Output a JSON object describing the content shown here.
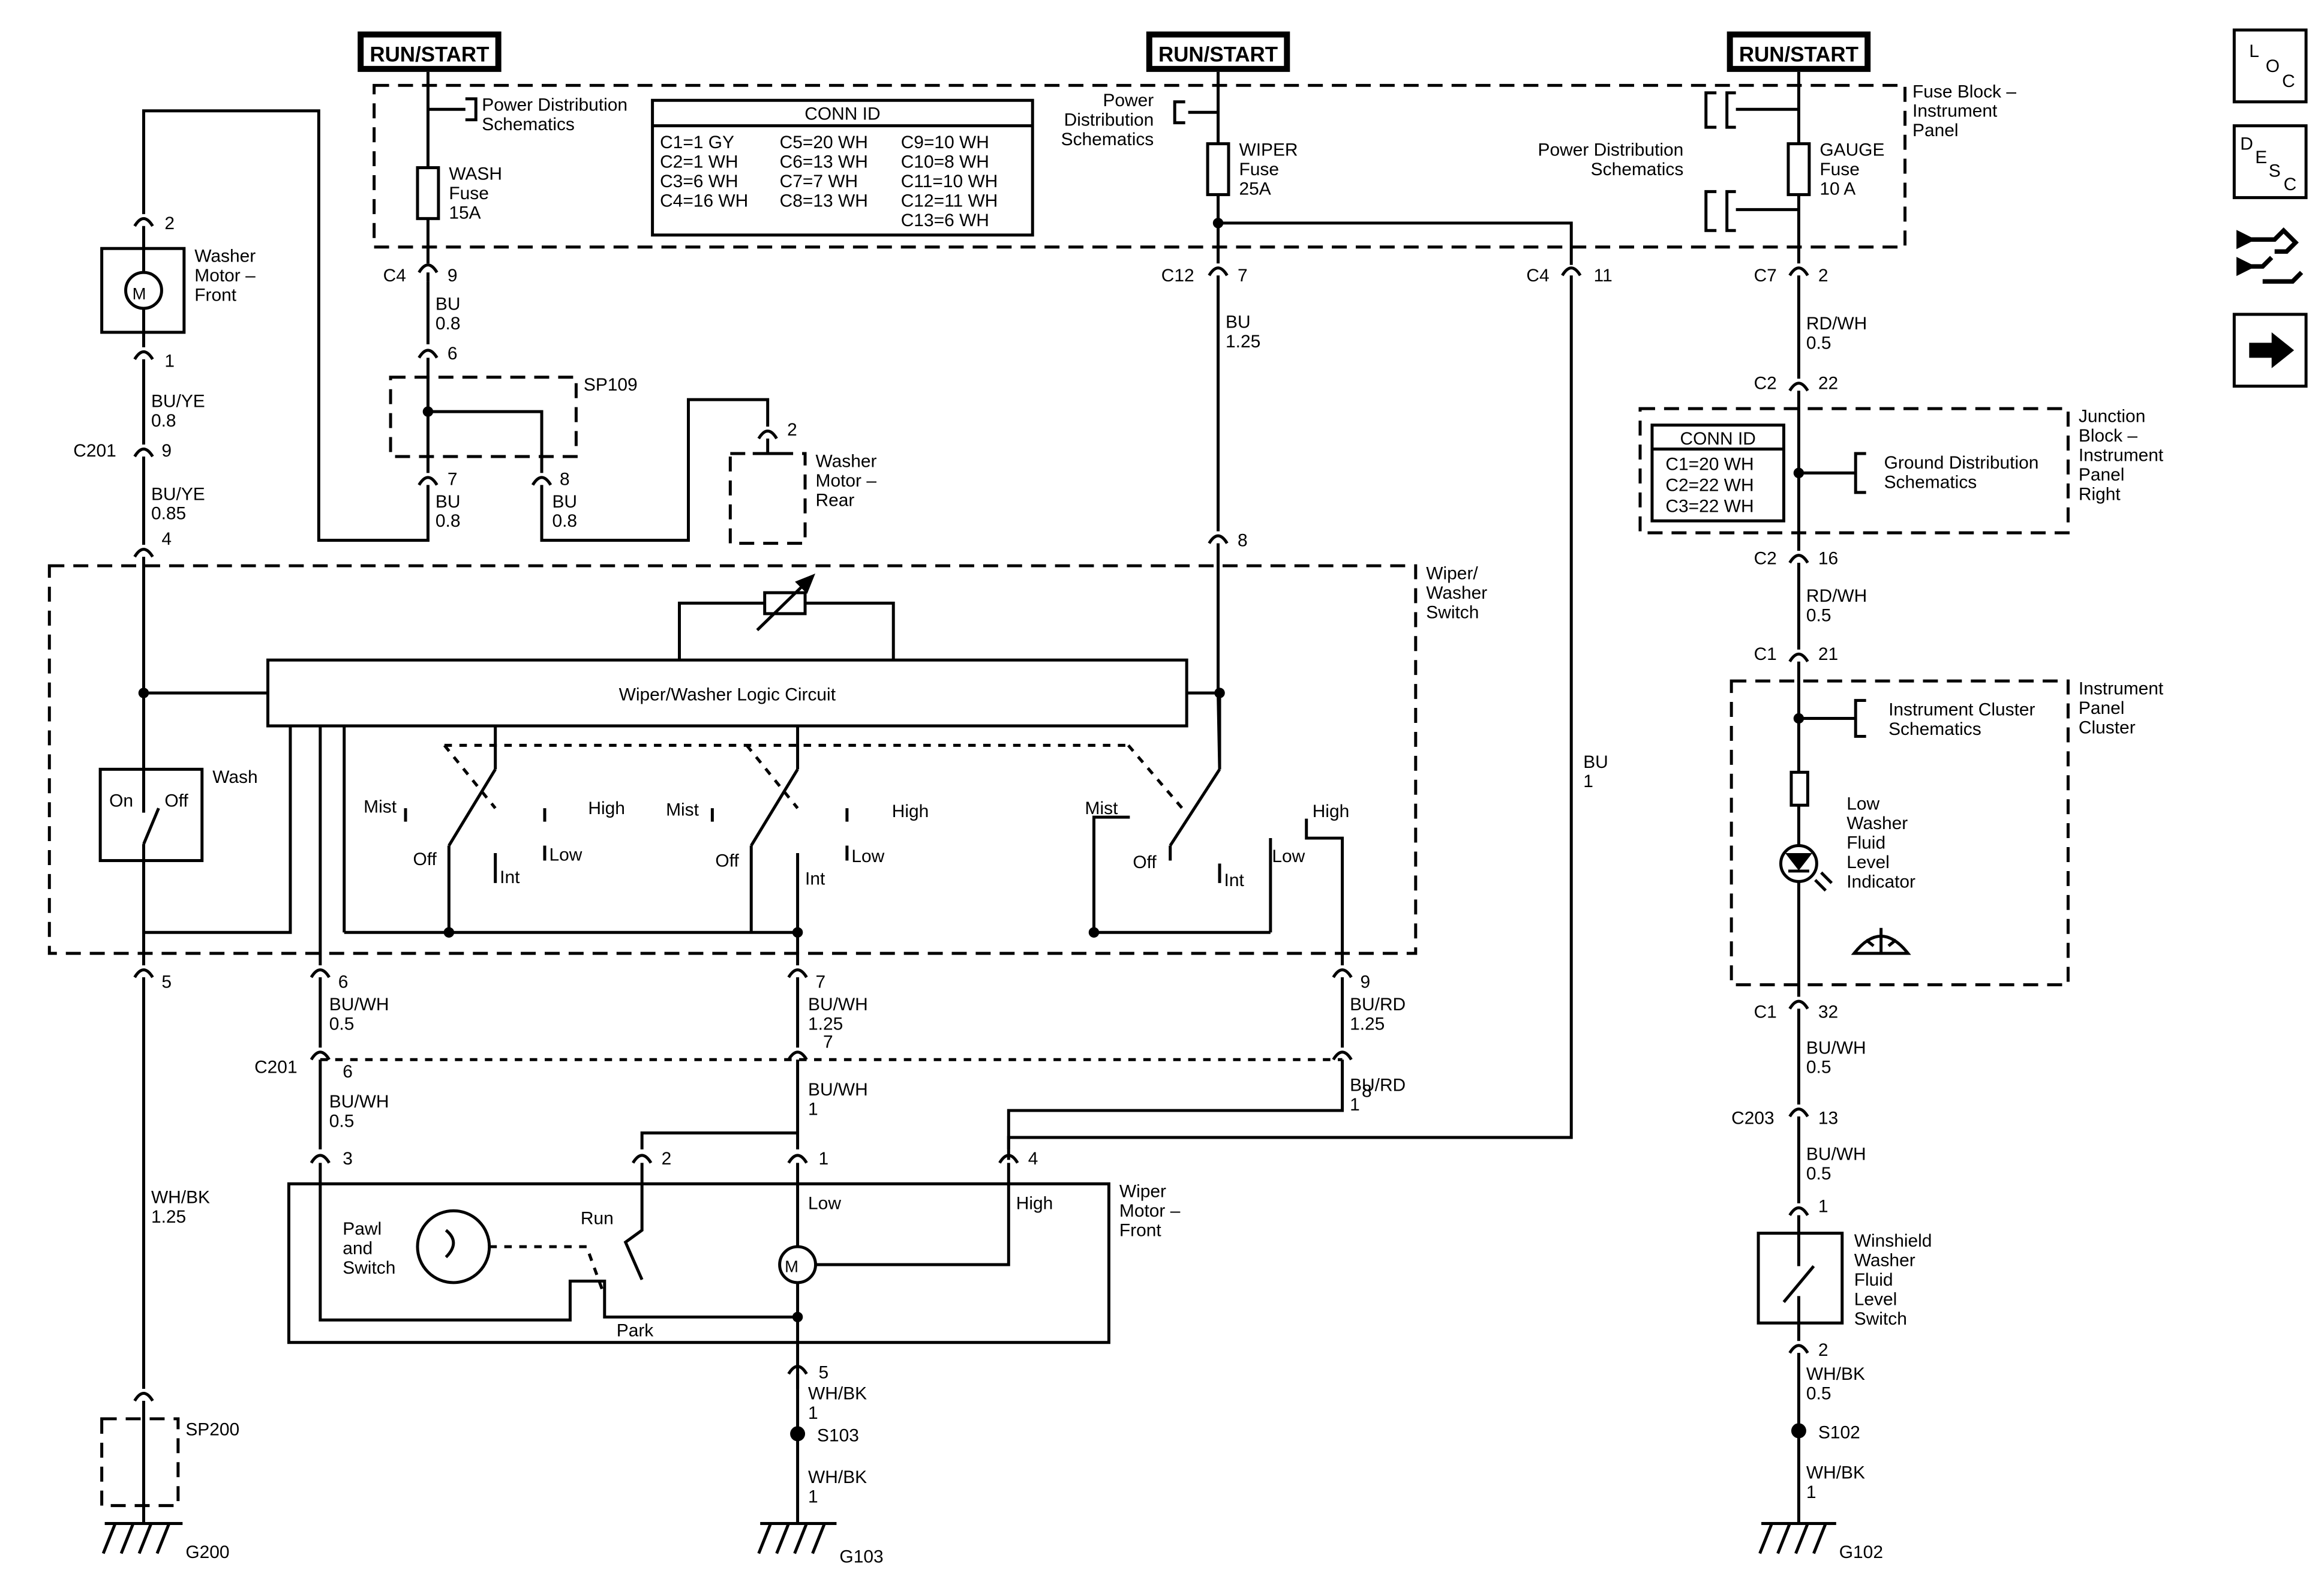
{
  "power": [
    {
      "label": "RUN/START"
    },
    {
      "label": "RUN/START"
    },
    {
      "label": "RUN/START"
    }
  ],
  "fuse_block": {
    "label_lines": [
      "Fuse Block –",
      "Instrument",
      "Panel"
    ],
    "pds_left": [
      "Power Distribution",
      "Schematics"
    ],
    "pds_mid": [
      "Power",
      "Distribution",
      "Schematics"
    ],
    "pds_right": [
      "Power Distribution",
      "Schematics"
    ]
  },
  "fuses": [
    {
      "lines": [
        "WASH",
        "Fuse",
        "15A"
      ]
    },
    {
      "lines": [
        "WIPER",
        "Fuse",
        "25A"
      ]
    },
    {
      "lines": [
        "GAUGE",
        "Fuse",
        "10 A"
      ]
    }
  ],
  "conn_id_fuse": {
    "title": "CONN ID",
    "col1": [
      "C1=1 GY",
      "C2=1 WH",
      "C3=6 WH",
      "C4=16 WH"
    ],
    "col2": [
      "C5=20 WH",
      "C6=13 WH",
      "C7=7 WH",
      "C8=13 WH"
    ],
    "col3": [
      "C9=10 WH",
      "C10=8 WH",
      "C11=10 WH",
      "C12=11 WH",
      "C13=6 WH"
    ]
  },
  "conn_id_junction": {
    "title": "CONN ID",
    "rows": [
      "C1=20 WH",
      "C2=22 WH",
      "C3=22 WH"
    ]
  },
  "junction": {
    "label_lines": [
      "Junction",
      "Block –",
      "Instrument",
      "Panel",
      "Right"
    ],
    "gds": [
      "Ground Distribution",
      "Schematics"
    ]
  },
  "cluster": {
    "label_lines": [
      "Instrument",
      "Panel",
      "Cluster"
    ],
    "ics": [
      "Instrument Cluster",
      "Schematics"
    ],
    "indicator": [
      "Low",
      "Washer",
      "Fluid",
      "Level",
      "Indicator"
    ]
  },
  "components": {
    "washer_front": [
      "Washer",
      "Motor –",
      "Front"
    ],
    "washer_rear": [
      "Washer",
      "Motor –",
      "Rear"
    ],
    "wiper_switch": [
      "Wiper/",
      "Washer",
      "Switch"
    ],
    "logic": "Wiper/Washer Logic Circuit",
    "wash": "Wash",
    "on": "On",
    "off": "Off",
    "wiper_motor": [
      "Wiper",
      "Motor –",
      "Front"
    ],
    "pawl": [
      "Pawl",
      "and",
      "Switch"
    ],
    "level_switch": [
      "Winshield",
      "Washer",
      "Fluid",
      "Level",
      "Switch"
    ],
    "motor_letter": "M"
  },
  "switch_positions": {
    "mist": "Mist",
    "high": "High",
    "off": "Off",
    "low": "Low",
    "int": "Int"
  },
  "motor_terms": {
    "run": "Run",
    "low": "Low",
    "high": "High",
    "park": "Park"
  },
  "connectors": {
    "c4": "C4",
    "c12": "C12",
    "c7": "C7",
    "c2": "C2",
    "c1": "C1",
    "c201": "C201",
    "c203": "C203",
    "sp109": "SP109",
    "sp200": "SP200",
    "s103": "S103",
    "s102": "S102",
    "g200": "G200",
    "g103": "G103",
    "g102": "G102"
  },
  "pins": {
    "p1": "1",
    "p2": "2",
    "p3": "3",
    "p4": "4",
    "p5": "5",
    "p6": "6",
    "p7": "7",
    "p8": "8",
    "p9": "9",
    "p11": "11",
    "p13": "13",
    "p16": "16",
    "p21": "21",
    "p22": "22",
    "p32": "32"
  },
  "wires": {
    "bu": "BU",
    "bu_ye": "BU/YE",
    "bu_wh": "BU/WH",
    "bu_rd": "BU/RD",
    "rd_wh": "RD/WH",
    "wh_bk": "WH/BK",
    "s08": "0.8",
    "s085": "0.85",
    "s1": "1",
    "s125": "1.25",
    "s05": "0.5"
  },
  "nav_icons": {
    "loc": [
      "L",
      "O",
      "C"
    ],
    "desc": [
      "D",
      "E",
      "S",
      "C"
    ]
  }
}
